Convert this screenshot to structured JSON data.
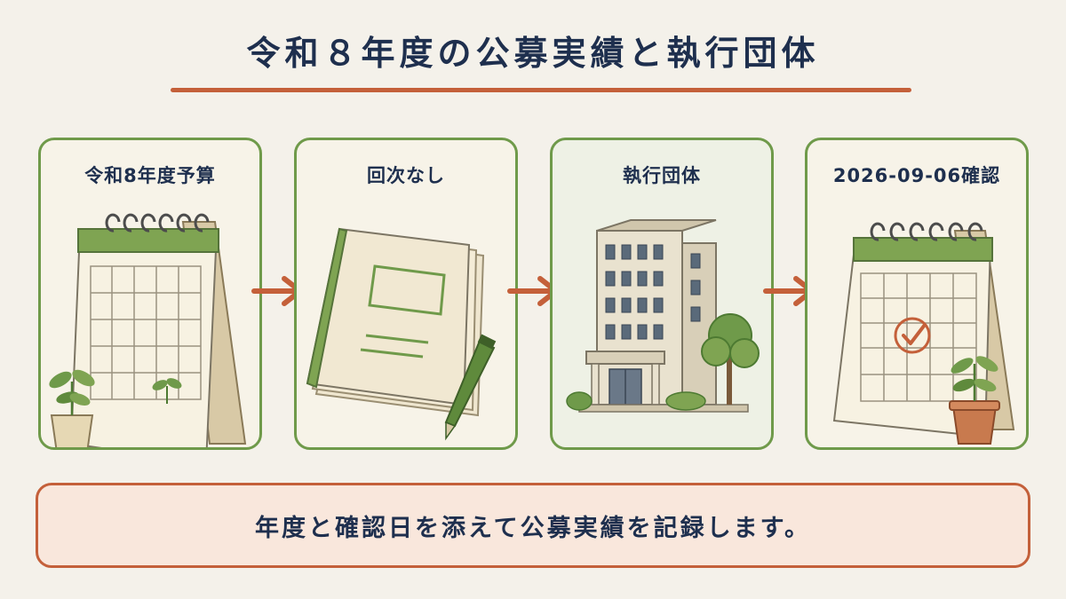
{
  "title": "令和８年度の公募実績と執行団体",
  "cards": [
    {
      "label": "令和8年度予算",
      "icon": "calendar-with-plant-icon"
    },
    {
      "label": "回次なし",
      "icon": "notebook-with-pen-icon"
    },
    {
      "label": "執行団体",
      "icon": "office-building-icon"
    },
    {
      "label": "2026-09-06確認",
      "icon": "calendar-check-icon"
    }
  ],
  "note": "年度と確認日を添えて公募実績を記録します。",
  "colors": {
    "accent_green": "#6f9a4a",
    "accent_orange": "#c4603a",
    "text_navy": "#1e2f4e",
    "note_background": "#f9e7dc"
  }
}
